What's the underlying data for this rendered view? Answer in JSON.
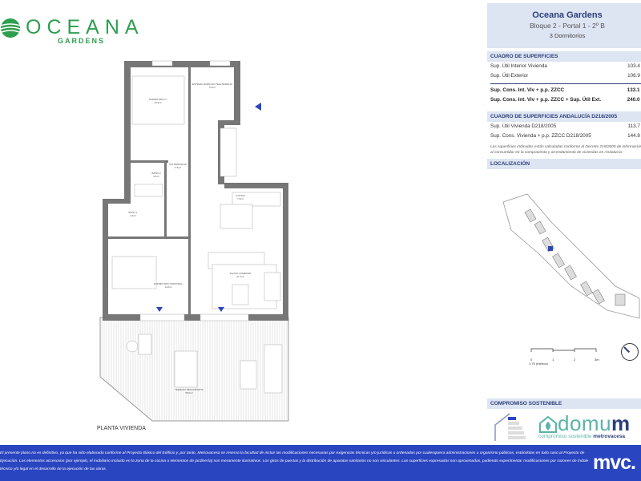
{
  "logo": {
    "name": "OCEANA",
    "sub": "GARDENS"
  },
  "plan": {
    "label": "PLANTA VIVIENDA",
    "rooms": [
      {
        "name": "DORMITORIO 2",
        "area": "10.3m²"
      },
      {
        "name": "ENTRADA ESPACIO TELETRABAJO",
        "area": "9.0m²"
      },
      {
        "name": "DISTRIBUIDOR",
        "area": "5.9m²"
      },
      {
        "name": "BAÑO 2",
        "area": "3.5m²"
      },
      {
        "name": "COCINA",
        "area": "7.9m²"
      },
      {
        "name": "BAÑO 1",
        "area": "4.3m²"
      },
      {
        "name": "DORMITORIO PRINCIPAL",
        "area": "14.0m²"
      },
      {
        "name": "SALÓN COMEDOR",
        "area": "21.1m²"
      },
      {
        "name": "TERRAZA DESCUBIERTA",
        "area": "58.0m²"
      }
    ]
  },
  "header": {
    "title": "Oceana Gardens",
    "subtitle": "Bloque 2 - Portal 1 - 2º B",
    "bedrooms": "3 Dormitorios"
  },
  "superficies": {
    "title": "CUADRO DE SUPERFICIES",
    "rows": [
      {
        "label": "Sup. Útil Interior Vivienda",
        "value": "103.4 m²"
      },
      {
        "label": "Sup. Útil Exterior",
        "value": "106.9 m²"
      }
    ],
    "totals": [
      {
        "label": "Sup. Cons. Int. Viv + p.p. ZZCC",
        "value": "133.1 m²"
      },
      {
        "label": "Sup. Cons. Int. Viv + p.p. ZZCC + Sup. Útil Ext.",
        "value": "240.0 m²"
      }
    ]
  },
  "andalucia": {
    "title": "CUADRO DE SUPERFICIES ANDALUCÍA D218/2005",
    "rows": [
      {
        "label": "Sup. Útil Vivienda D218/2005",
        "value": "113.7 m²"
      },
      {
        "label": "Sup. Cons. Vivienda + p.p. ZZCC D218/2005",
        "value": "144.8 m²"
      }
    ],
    "note": "Las superficies indicadas están calculadas conforme al Decreto 218/2005 de información al consumidor en la compraventa y arrendamiento de viviendas en Andalucía."
  },
  "localizacion": {
    "title": "LOCALIZACIÓN",
    "scale": "1:75 (metros)",
    "ticks": [
      "0",
      "1",
      "2",
      "3m"
    ]
  },
  "sostenible": {
    "title": "COMPROMISO SOSTENIBLE",
    "brand": "domu",
    "brand_m": "m",
    "tagline": "compromiso sostenible",
    "tagline_brand": "metrovacesa"
  },
  "footer": {
    "text": "El presente plano no es definitivo, ya que ha sido elaborado conforme al Proyecto Básico del Edificio y, por tanto, Metrovacesa se reserva la facultad de incluir las modificaciones necesarias por exigencias técnicas y/o jurídicas u ordenadas por cualesquiera administraciones u organismo públicos, estándolas en todo caso al Proyecto de Ejecución. Los elementos accesorios (por ejemplo, el mobiliario incluido en la zona de la cocina o elementos de jardinería) son meramente ilustrativos. Los giros de puertas y la distribución de aparatos sanitarios no son vinculantes. Las superficies expresadas son aproximadas, pudiendo experimentar modificaciones por razones de índole técnico y/o legal en el desarrollo de la ejecución de las obras.",
    "logo": "mvc."
  },
  "colors": {
    "accent": "#2c3f7a",
    "footer": "#2a45c0",
    "green": "#2e9e4f"
  }
}
